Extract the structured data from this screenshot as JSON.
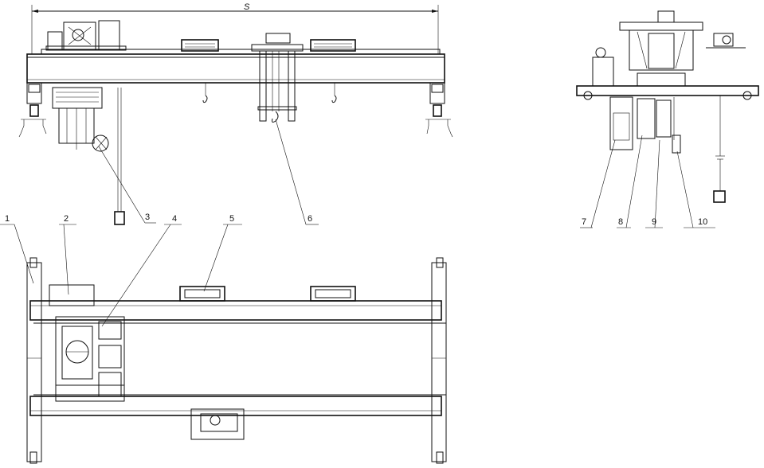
{
  "dimension_label": "S",
  "callouts": [
    {
      "id": "1",
      "label": "1"
    },
    {
      "id": "2",
      "label": "2"
    },
    {
      "id": "3",
      "label": "3"
    },
    {
      "id": "4",
      "label": "4"
    },
    {
      "id": "5",
      "label": "5"
    },
    {
      "id": "6",
      "label": "6"
    },
    {
      "id": "7",
      "label": "7"
    },
    {
      "id": "8",
      "label": "8"
    },
    {
      "id": "9",
      "label": "9"
    },
    {
      "id": "10",
      "label": "10"
    }
  ]
}
